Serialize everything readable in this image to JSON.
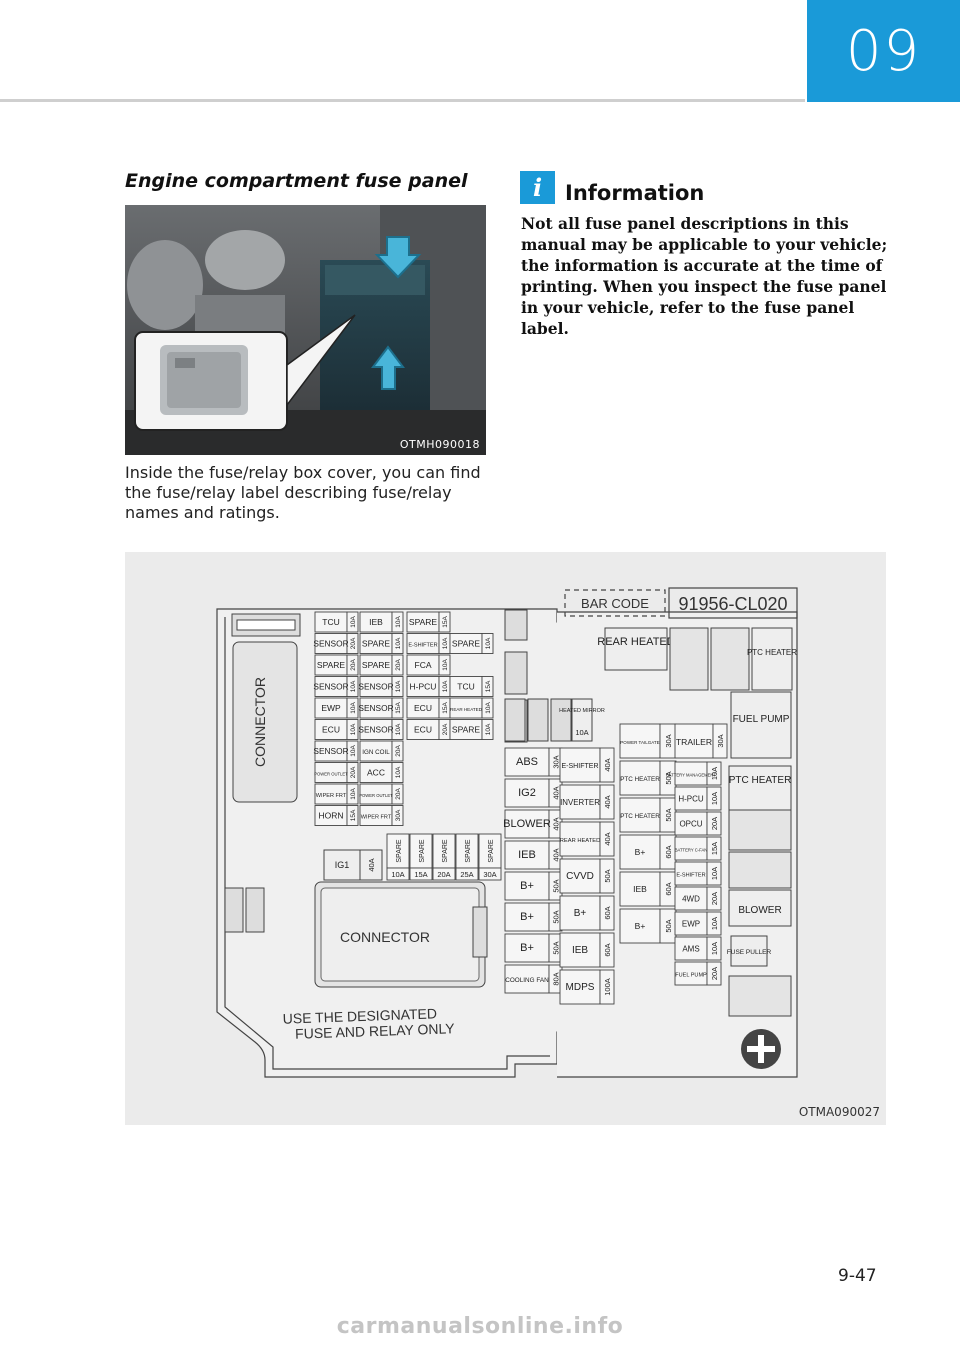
{
  "header": {
    "chapter": "09"
  },
  "section": {
    "title": "Engine compartment fuse panel",
    "photo_code": "OTMH090018",
    "paragraph": "Inside the fuse/relay box cover, you can find the fuse/relay label describing fuse/relay names and ratings."
  },
  "info": {
    "title": "Information",
    "body": "Not all fuse panel descriptions in this manual may be applicable to your vehicle; the information is accurate at the time of printing. When you inspect the fuse panel in your vehicle, refer to the fuse panel label."
  },
  "diagram": {
    "code": "OTMA090027",
    "bar_code_label": "BAR CODE",
    "part_number": "91956-CL020",
    "connector_top": "CONNECTOR",
    "connector_bottom": "CONNECTOR",
    "use_designated_1": "USE THE DESIGNATED",
    "use_designated_2": "FUSE AND RELAY ONLY",
    "mini_fuses": [
      [
        "TCU",
        "10A",
        "IEB",
        "10A",
        "SPARE",
        "15A"
      ],
      [
        "SENSOR",
        "20A",
        "SPARE",
        "10A",
        "E-SHIFTER",
        "10A",
        "SPARE",
        "10A"
      ],
      [
        "SPARE",
        "20A",
        "SPARE",
        "20A",
        "FCA",
        "10A"
      ],
      [
        "SENSOR",
        "10A",
        "SENSOR",
        "10A",
        "H-PCU",
        "10A",
        "TCU",
        "15A"
      ],
      [
        "EWP",
        "10A",
        "SENSOR",
        "15A",
        "ECU",
        "15A",
        "REAR HEATED",
        "10A"
      ],
      [
        "ECU",
        "10A",
        "SENSOR",
        "10A",
        "ECU",
        "20A",
        "SPARE",
        "10A"
      ],
      [
        "SENSOR",
        "10A",
        "IGN COIL",
        "20A"
      ],
      [
        "POWER OUTLET",
        "20A",
        "ACC",
        "10A"
      ],
      [
        "WIPER FRT",
        "10A",
        "POWER OUTLET",
        "20A"
      ],
      [
        "HORN",
        "15A",
        "WIPER FRT",
        "30A"
      ]
    ],
    "ig1": [
      "IG1",
      "40A"
    ],
    "spares": [
      "SPARE",
      "SPARE",
      "SPARE",
      "SPARE",
      "SPARE"
    ],
    "spare_ratings": [
      "10A",
      "15A",
      "20A",
      "25A",
      "30A"
    ],
    "heated_mirror": [
      "HEATED MIRROR",
      "10A"
    ],
    "rear_heated_relay": "REAR HEATED",
    "ptc_heater_top": "PTC HEATER",
    "fuel_pump_relay": "FUEL PUMP",
    "ptc_heater_relay": "PTC HEATER",
    "blower_relay": "BLOWER",
    "fuse_puller": "FUSE PULLER",
    "col1": [
      [
        "ABS",
        "30A"
      ],
      [
        "IG2",
        "40A"
      ],
      [
        "BLOWER",
        "40A"
      ],
      [
        "IEB",
        "40A"
      ],
      [
        "B+",
        "50A"
      ],
      [
        "B+",
        "50A"
      ],
      [
        "B+",
        "50A"
      ],
      [
        "COOLING FAN",
        "80A"
      ]
    ],
    "col2": [
      [
        "E-SHIFTER",
        "40A"
      ],
      [
        "INVERTER",
        "40A"
      ],
      [
        "REAR HEATED",
        "40A"
      ],
      [
        "CVVD",
        "50A"
      ],
      [
        "B+",
        "60A"
      ],
      [
        "IEB",
        "60A"
      ],
      [
        "MDPS",
        "100A"
      ]
    ],
    "col3": [
      [
        "POWER TAILGATE",
        "30A"
      ],
      [
        "PTC HEATER",
        "50A"
      ],
      [
        "PTC HEATER",
        "50A"
      ],
      [
        "B+",
        "60A"
      ],
      [
        "IEB",
        "60A"
      ],
      [
        "B+",
        "50A"
      ]
    ],
    "trailer": [
      "TRAILER",
      "30A"
    ],
    "col4": [
      [
        "BATTERY MANAGEMENT",
        "10A"
      ],
      [
        "H-PCU",
        "10A"
      ],
      [
        "OPCU",
        "20A"
      ],
      [
        "BATTERY C-FAN",
        "15A"
      ],
      [
        "E-SHIFTER",
        "10A"
      ],
      [
        "4WD",
        "20A"
      ],
      [
        "EWP",
        "10A"
      ],
      [
        "AMS",
        "10A"
      ],
      [
        "FUEL PUMP",
        "20A"
      ]
    ]
  },
  "footer": {
    "page_number": "9-47",
    "watermark": "carmanualsonline.info"
  }
}
